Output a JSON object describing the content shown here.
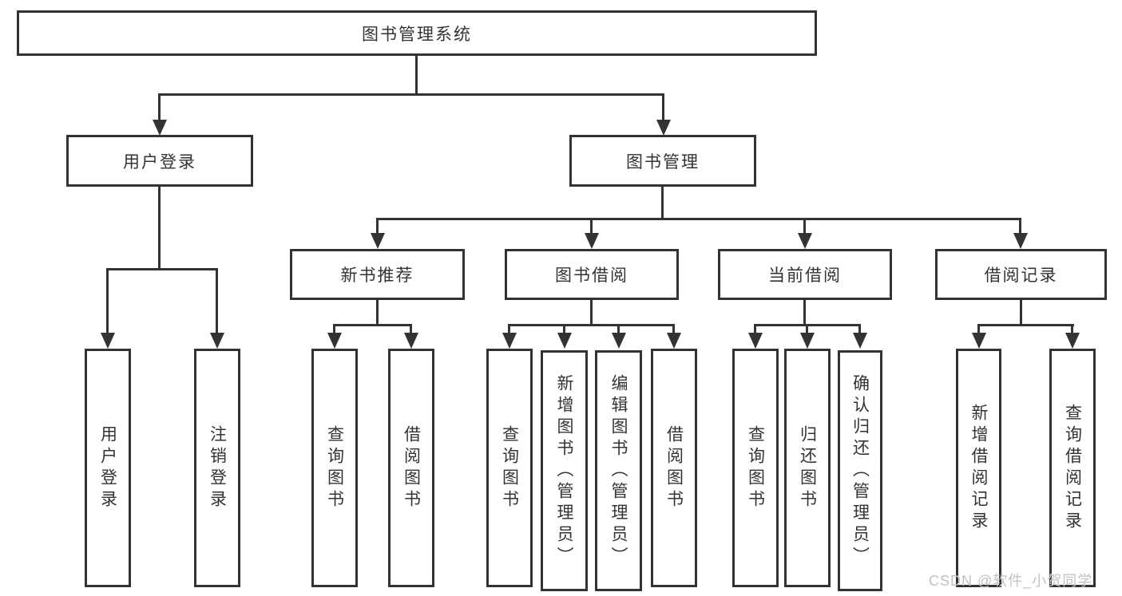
{
  "page": {
    "background": "#ffffff"
  },
  "diagram": {
    "line_color": "#333333",
    "text_color": "#333333",
    "nodes": {
      "root": "图书管理系统",
      "user_login": "用户登录",
      "book_management": "图书管理",
      "new_book_recommend": "新书推荐",
      "book_borrow": "图书借阅",
      "current_borrow": "当前借阅",
      "borrow_records": "借阅记录"
    },
    "leaves": {
      "user_login": [
        "用户登录",
        "注销登录"
      ],
      "new_book_recommend": [
        "查询图书",
        "借阅图书"
      ],
      "book_borrow": [
        "查询图书",
        "新增图书（管理员）",
        "编辑图书（管理员）",
        "借阅图书"
      ],
      "current_borrow": [
        "查询图书",
        "归还图书",
        "确认归还（管理员）"
      ],
      "borrow_records": [
        "新增借阅记录",
        "查询借阅记录"
      ]
    }
  },
  "watermark": {
    "text": "CSDN @软件_小贺同学",
    "color": "#c2c2c2"
  }
}
